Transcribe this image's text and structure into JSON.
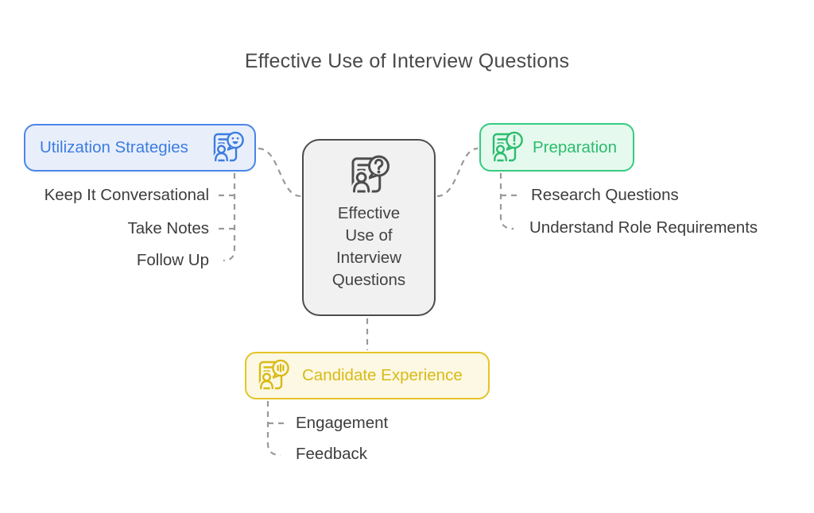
{
  "title": "Effective Use of Interview Questions",
  "colors": {
    "title_text": "#4a4a4a",
    "item_text": "#3d3d3d",
    "connector": "#9a9a9a",
    "center_border": "#4d4d4d",
    "center_bg": "#f1f1f1",
    "center_text": "#434343",
    "blue_border": "#4a86e8",
    "blue_bg": "#e8effb",
    "blue_text": "#3d7ce0",
    "green_border": "#36cb80",
    "green_bg": "#e6f9ee",
    "green_text": "#2bbd6e",
    "yellow_border": "#e4c428",
    "yellow_bg": "#fcf8e3",
    "yellow_text": "#d9ba16"
  },
  "center": {
    "label": "Effective Use of Interview Questions",
    "icon": "person-chat-question-icon"
  },
  "branches": [
    {
      "label": "Utilization Strategies",
      "icon": "person-chat-smiley-icon",
      "items": [
        "Keep It Conversational",
        "Take Notes",
        "Follow Up"
      ]
    },
    {
      "label": "Preparation",
      "icon": "person-chat-exclamation-icon",
      "items": [
        "Research Questions",
        "Understand Role Requirements"
      ]
    },
    {
      "label": "Candidate Experience",
      "icon": "person-chat-bars-icon",
      "items": [
        "Engagement",
        "Feedback"
      ]
    }
  ]
}
